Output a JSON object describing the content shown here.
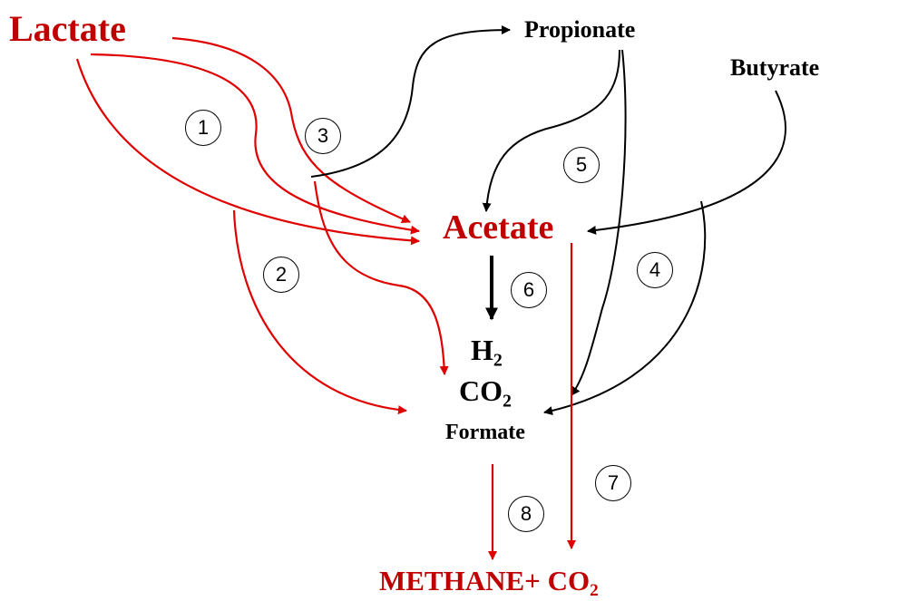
{
  "colors": {
    "red": "#c00000",
    "black": "#000000"
  },
  "nodes": {
    "lactate": "Lactate",
    "propionate": "Propionate",
    "butyrate": "Butyrate",
    "acetate": "Acetate",
    "h2": {
      "main": "H",
      "sub": "2"
    },
    "co2": {
      "main": "CO",
      "sub": "2"
    },
    "formate": "Formate",
    "methane": {
      "main": "METHANE+ CO",
      "sub": "2"
    }
  },
  "step_labels": [
    "1",
    "2",
    "3",
    "4",
    "5",
    "6",
    "7",
    "8"
  ]
}
